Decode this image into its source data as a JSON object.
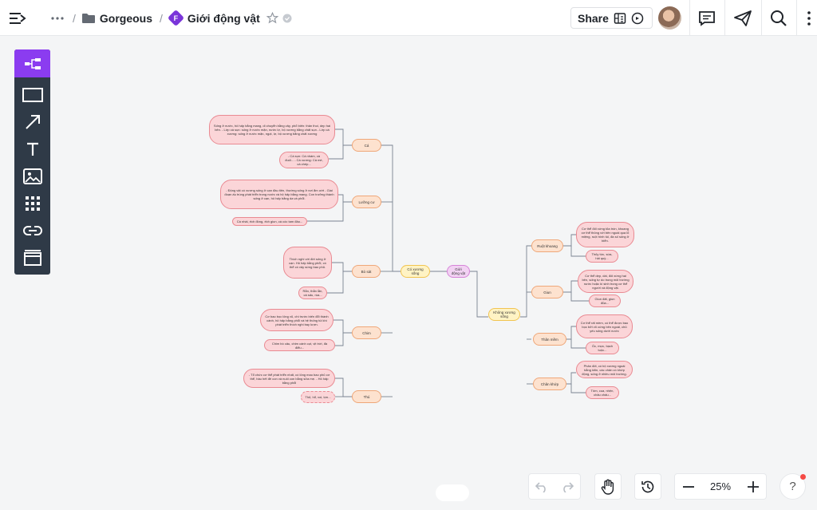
{
  "breadcrumb": {
    "folder": "Gorgeous",
    "separator": "/",
    "doc_title": "Giới động vật",
    "doc_badge": "F"
  },
  "header": {
    "share_label": "Share"
  },
  "zoom": {
    "value": "25%"
  },
  "help": {
    "label": "?"
  },
  "mindmap": {
    "root": "Giới động vật",
    "cat_left": "Có xương sống",
    "cat_right": "Không xương sống",
    "left": [
      {
        "branch": "Cá",
        "desc": "Sống ở nước, hô hấp bằng mang, di chuyển bằng vây, phổ biến: thân thoi, dẹp hai bên. - Lớp cá sụn: sống ở nước mặn, nước lợ, bộ xương bằng chất sụn - Lớp cá xương: sống ở nước mặn, ngọt, lợ, bộ xương bằng chất xương",
        "ex": "- Cá sụn: Cá nhám, cá đuối... - Cá xương: Cá mè, cá chép..."
      },
      {
        "branch": "Lưỡng cư",
        "desc": "- Động vật có xương sống ở cạn đầu tiên, thường sống ở nơi ẩm ướt - Giai đoạn ấu trùng phát triển trong nước và hô hấp bằng mang. Con trưởng thành sống ở cạn, hô hấp bằng da và phổi.",
        "ex": "Cá nhái, ếch đồng, ếch giun, cá cóc tam đảo..."
      },
      {
        "branch": "Bò sát",
        "desc": "Thích nghi với đời sống ở cạn. Hô hấp bằng phổi, có thể có vảy sừng bao phủ.",
        "ex": "Rắn, thằn lằn, cá sấu, rùa..."
      },
      {
        "branch": "Chim",
        "desc": "Cơ bao bọc lông vũ, chi trước biến đổi thành cánh, hô hấp bằng phổi và hệ thống túi khí phát triển thích nghi bay lượn.",
        "ex": "Chim bồ câu, chim cánh cụt, vịt trời, đà điểu..."
      },
      {
        "branch": "Thú",
        "desc": "- Tổ chức cơ thể phát triển nhất, có lông mao bao phủ cơ thể, hầu hết đẻ con và nuôi con bằng sữa mẹ. - Hô hấp bằng phổi",
        "ex": "Thỏ, hổ, voi, lợn..."
      }
    ],
    "right": [
      {
        "branch": "Ruột khoang",
        "desc": "Cơ thể đối xứng tỏa tròn, khoang cơ thể thông với bên ngoài qua lỗ miệng, ruột hình túi, đa số sống ở biển.",
        "ex": "Thủy tức, sứa, hải quỳ..."
      },
      {
        "branch": "Giun",
        "desc": "Cơ thể dẹp, dài, đối xứng hai bên, sống tự do trong môi trường nước hoặc kí sinh trong cơ thể người và động vật.",
        "ex": "Giun đất, giun đũa..."
      },
      {
        "branch": "Thân mềm",
        "desc": "Cơ thể rất mềm, có thể được bao bọc bởi vỏ cứng bên ngoài, chủ yếu sống dưới nước",
        "ex": "Ốc, mực, bạch tuộc..."
      },
      {
        "branch": "Chân khớp",
        "desc": "Phân đốt, có bộ xương ngoài bằng kitin, các chân có khớp động, sống ở nhiều môi trường.",
        "ex": "Tôm, cua, nhện, châu chấu..."
      }
    ]
  }
}
